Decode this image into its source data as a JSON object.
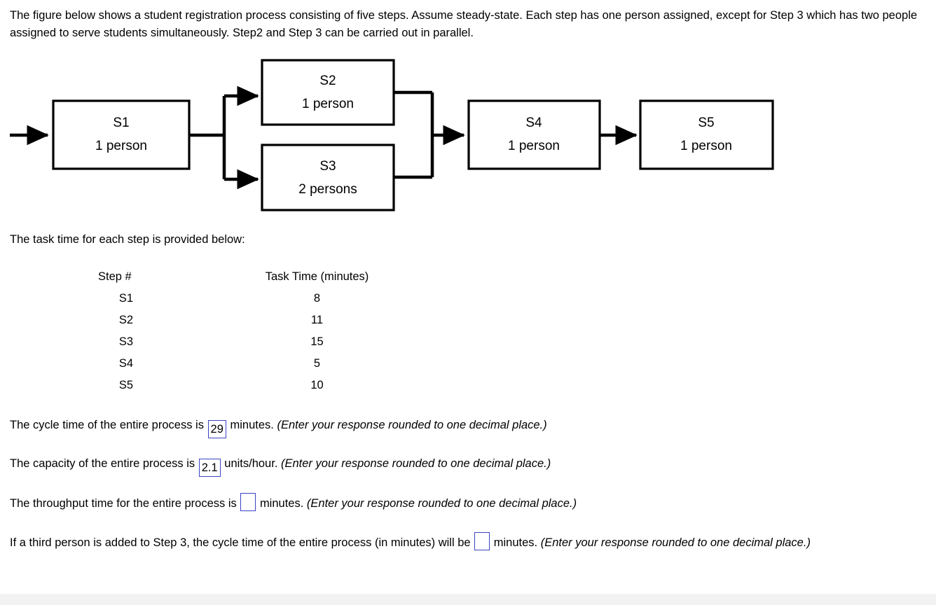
{
  "intro": {
    "text": "The figure below shows a student registration process consisting of five steps. Assume steady-state. Each step has one person assigned, except for Step 3 which has two people assigned to serve students simultaneously. Step2 and Step 3 can be carried out in parallel."
  },
  "diagram": {
    "nodes": [
      {
        "id": "S1",
        "title": "S1",
        "subtitle": "1 person"
      },
      {
        "id": "S2",
        "title": "S2",
        "subtitle": "1 person"
      },
      {
        "id": "S3",
        "title": "S3",
        "subtitle": "2 persons"
      },
      {
        "id": "S4",
        "title": "S4",
        "subtitle": "1 person"
      },
      {
        "id": "S5",
        "title": "S5",
        "subtitle": "1 person"
      }
    ]
  },
  "tasktime_intro": "The task time for each step is provided below:",
  "table": {
    "headers": [
      "Step #",
      "Task Time (minutes)"
    ],
    "rows": [
      {
        "step": "S1",
        "time": "8"
      },
      {
        "step": "S2",
        "time": "11"
      },
      {
        "step": "S3",
        "time": "15"
      },
      {
        "step": "S4",
        "time": "5"
      },
      {
        "step": "S5",
        "time": "10"
      }
    ]
  },
  "questions": {
    "q1": {
      "before": "The cycle time of the entire process is",
      "value": "29",
      "after": "minutes.",
      "hint": "(Enter your response rounded to one decimal place.)"
    },
    "q2": {
      "before": "The capacity of the entire process is",
      "value": "2.1",
      "after": "units/hour.",
      "hint": "(Enter your response rounded to one decimal place.)"
    },
    "q3": {
      "before": "The throughput time for the entire process is",
      "value": "",
      "after": "minutes.",
      "hint": "(Enter your response rounded to one decimal place.)"
    },
    "q4": {
      "before": "If a third person is added to Step 3, the cycle time of the entire process (in minutes) will be",
      "value": "",
      "after": "minutes.",
      "hint": "(Enter your response rounded to one decimal place.)"
    }
  },
  "colors": {
    "input_border": "#3b43c4",
    "diagram_stroke": "#000000",
    "bottom_strip": "#f2f2f2"
  }
}
